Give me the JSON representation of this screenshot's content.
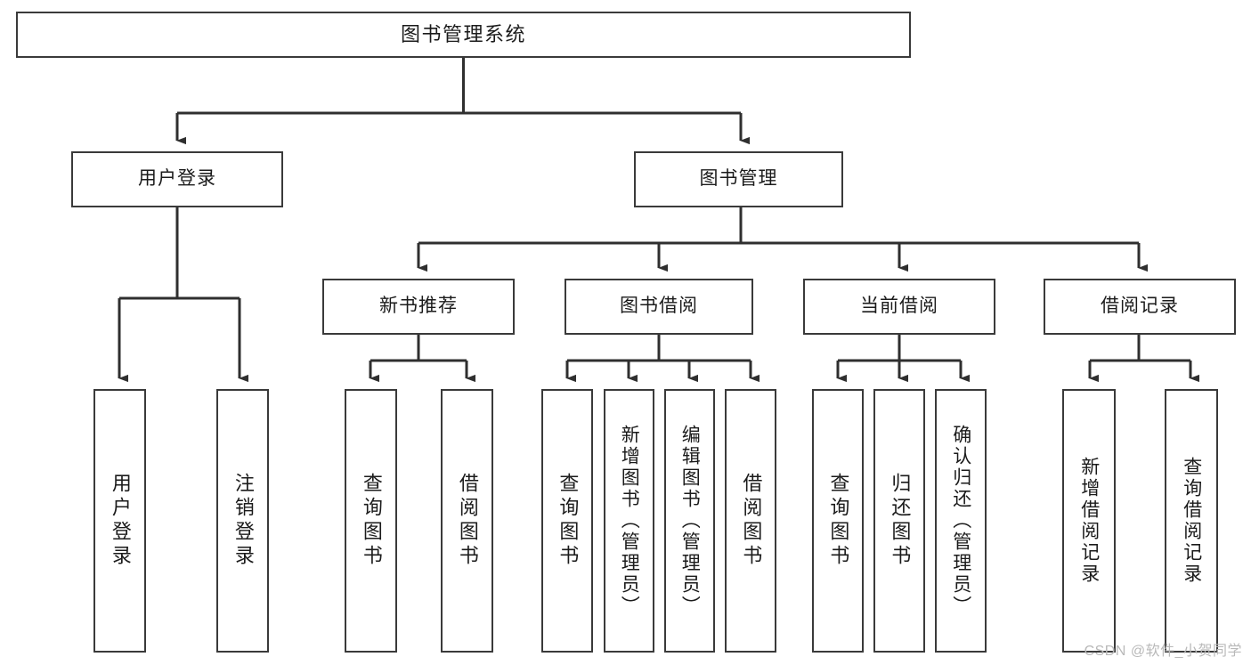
{
  "diagram": {
    "title": "图书管理系统",
    "type": "tree",
    "watermark": "CSDN @软件_小贺同学",
    "colors": {
      "box_border": "#3a3a3a",
      "box_fill": "#ffffff",
      "connector": "#2f2f2f",
      "text": "#1b1b1b",
      "watermark": "#b9b9b9"
    },
    "root": {
      "label": "图书管理系统"
    },
    "level2": [
      {
        "label": "用户登录"
      },
      {
        "label": "图书管理"
      }
    ],
    "level3": [
      {
        "label": "新书推荐"
      },
      {
        "label": "图书借阅"
      },
      {
        "label": "当前借阅"
      },
      {
        "label": "借阅记录"
      }
    ],
    "leaves": {
      "user_login": [
        {
          "label": "用户登录"
        },
        {
          "label": "注销登录"
        }
      ],
      "new_book": [
        {
          "label": "查询图书"
        },
        {
          "label": "借阅图书"
        }
      ],
      "book_borrow": [
        {
          "label": "查询图书"
        },
        {
          "label": "新增图书（管理员）"
        },
        {
          "label": "编辑图书（管理员）"
        },
        {
          "label": "借阅图书"
        }
      ],
      "current_borrow": [
        {
          "label": "查询图书"
        },
        {
          "label": "归还图书"
        },
        {
          "label": "确认归还（管理员）"
        }
      ],
      "borrow_record": [
        {
          "label": "新增借阅记录"
        },
        {
          "label": "查询借阅记录"
        }
      ]
    }
  }
}
